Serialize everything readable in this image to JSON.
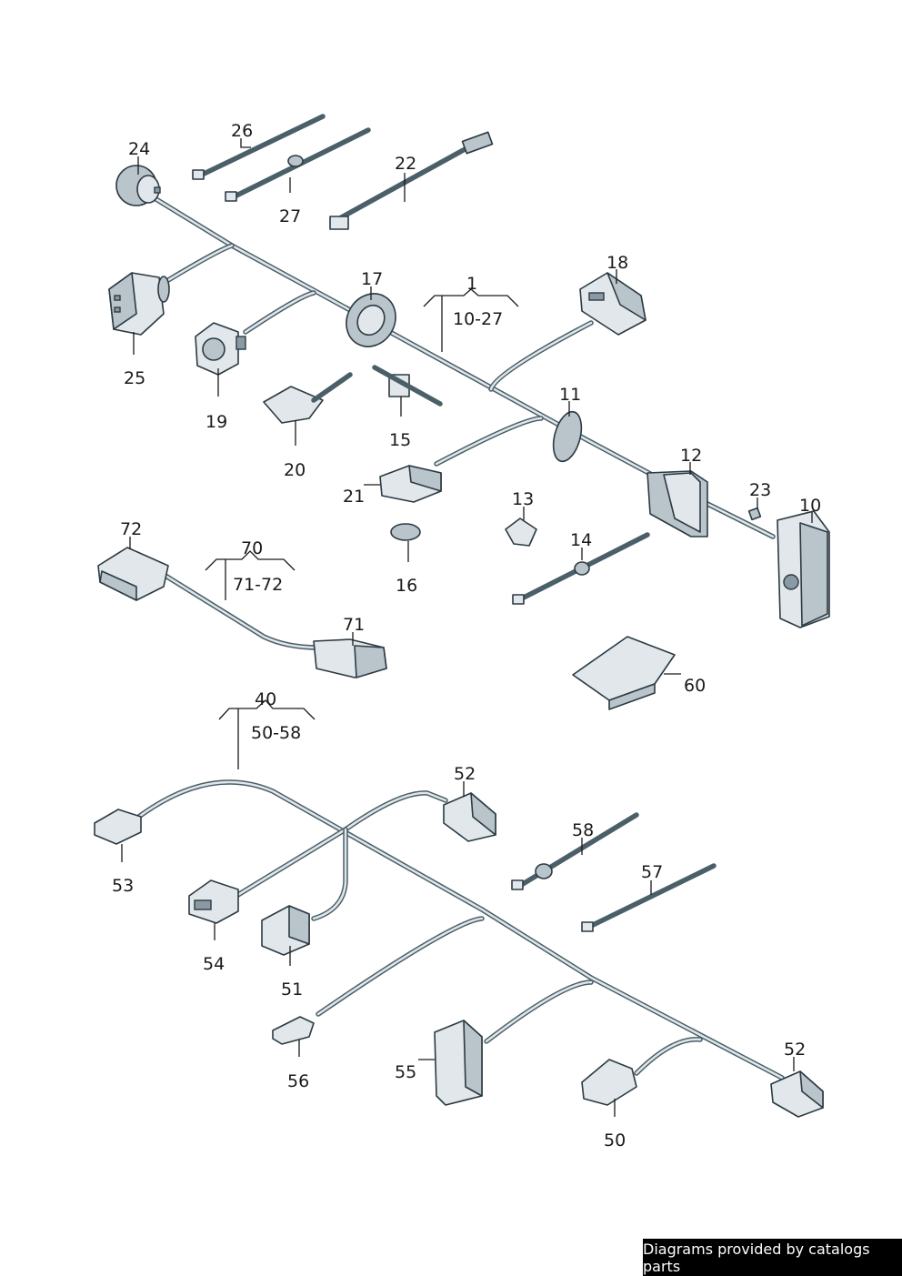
{
  "labels": {
    "l24": "24",
    "l26": "26",
    "l27": "27",
    "l22": "22",
    "l25": "25",
    "l19": "19",
    "l17": "17",
    "l1": "1",
    "l1_range": "10-27",
    "l18": "18",
    "l20": "20",
    "l15": "15",
    "l11": "11",
    "l21": "21",
    "l12": "12",
    "l23": "23",
    "l10": "10",
    "l13": "13",
    "l16": "16",
    "l14": "14",
    "l72": "72",
    "l70": "70",
    "l70_range": "71-72",
    "l71": "71",
    "l60": "60",
    "l40": "40",
    "l40_range": "50-58",
    "l52a": "52",
    "l58": "58",
    "l53": "53",
    "l57": "57",
    "l54": "54",
    "l51": "51",
    "l56": "56",
    "l55": "55",
    "l52b": "52",
    "l50": "50"
  },
  "footer": {
    "text": "Diagrams provided by catalogs parts"
  },
  "colors": {
    "wire": "#4b5f68",
    "part_fill": "#e1e7eb",
    "outline": "#2b3a42"
  }
}
